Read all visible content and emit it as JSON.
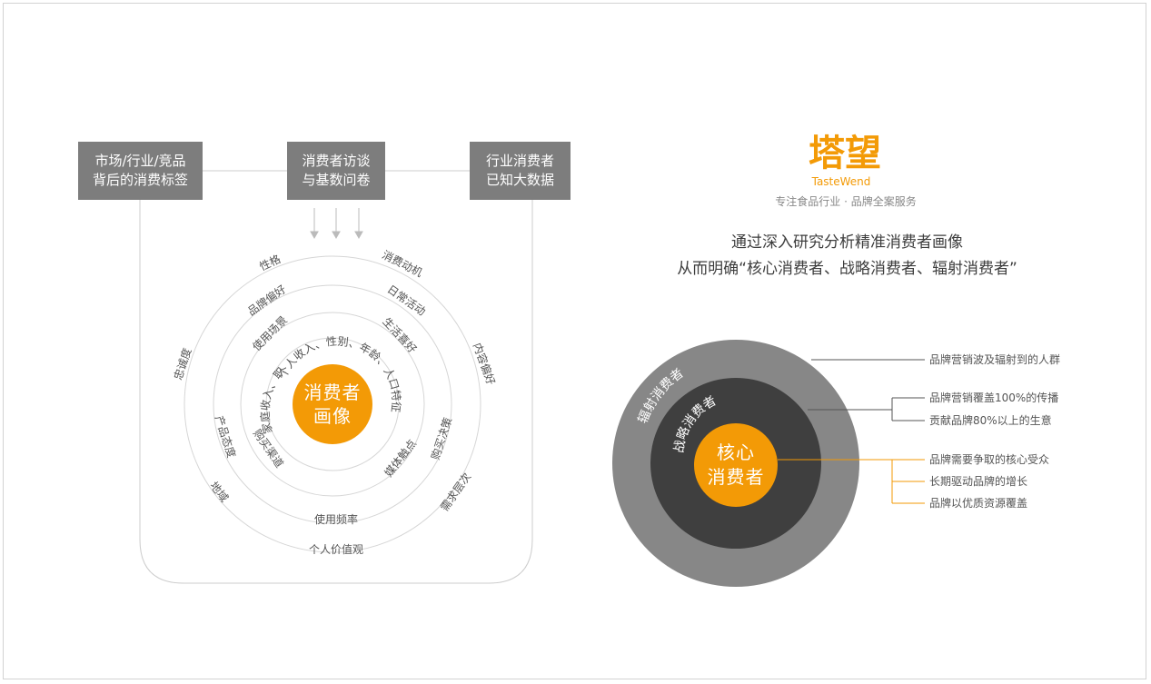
{
  "left_diagram": {
    "sources": {
      "left": [
        "市场/行业/竞品",
        "背后的消费标签"
      ],
      "middle": [
        "消费者访谈",
        "与基数问卷"
      ],
      "right": [
        "行业消费者",
        "已知大数据"
      ]
    },
    "center": [
      "消费者",
      "画像"
    ],
    "ring_labels": {
      "outer": [
        "性格",
        "消费动机",
        "内容偏好",
        "需求层次",
        "个人价值观",
        "地域",
        "忠诚度"
      ],
      "third": [
        "品牌偏好",
        "日常活动",
        "购买决策",
        "使用频率",
        "产品态度"
      ],
      "second": [
        "使用场景",
        "生活喜好",
        "媒体触点",
        "购买渠道"
      ],
      "inner": "个人收入、性别、年龄、人口特征",
      "inner_left": "家庭收入、职业、教育"
    }
  },
  "brand": {
    "logo": "塔望",
    "logo_en": "TasteWend",
    "tagline": "专注食品行业 · 品牌全案服务"
  },
  "headline": {
    "line1": "通过深入研究分析精准消费者画像",
    "line2": "从而明确“核心消费者、战略消费者、辐射消费者”"
  },
  "right_diagram": {
    "outer_ring": "辐射消费者",
    "middle_ring": "战略消费者",
    "center": [
      "核心",
      "消费者"
    ],
    "radiating_labels": [
      "品牌营销波及辐射到的人群"
    ],
    "strategic_labels": [
      "品牌营销覆盖100%的传播",
      "贡献品牌80%以上的生意"
    ],
    "core_labels": [
      "品牌需要争取的核心受众",
      "长期驱动品牌的增长",
      "品牌以优质资源覆盖"
    ],
    "colors": {
      "outer": "#878787",
      "middle": "#3f3f3f",
      "core": "#f39a06",
      "line_gray": "#555555",
      "line_orange": "#f39a06"
    }
  }
}
